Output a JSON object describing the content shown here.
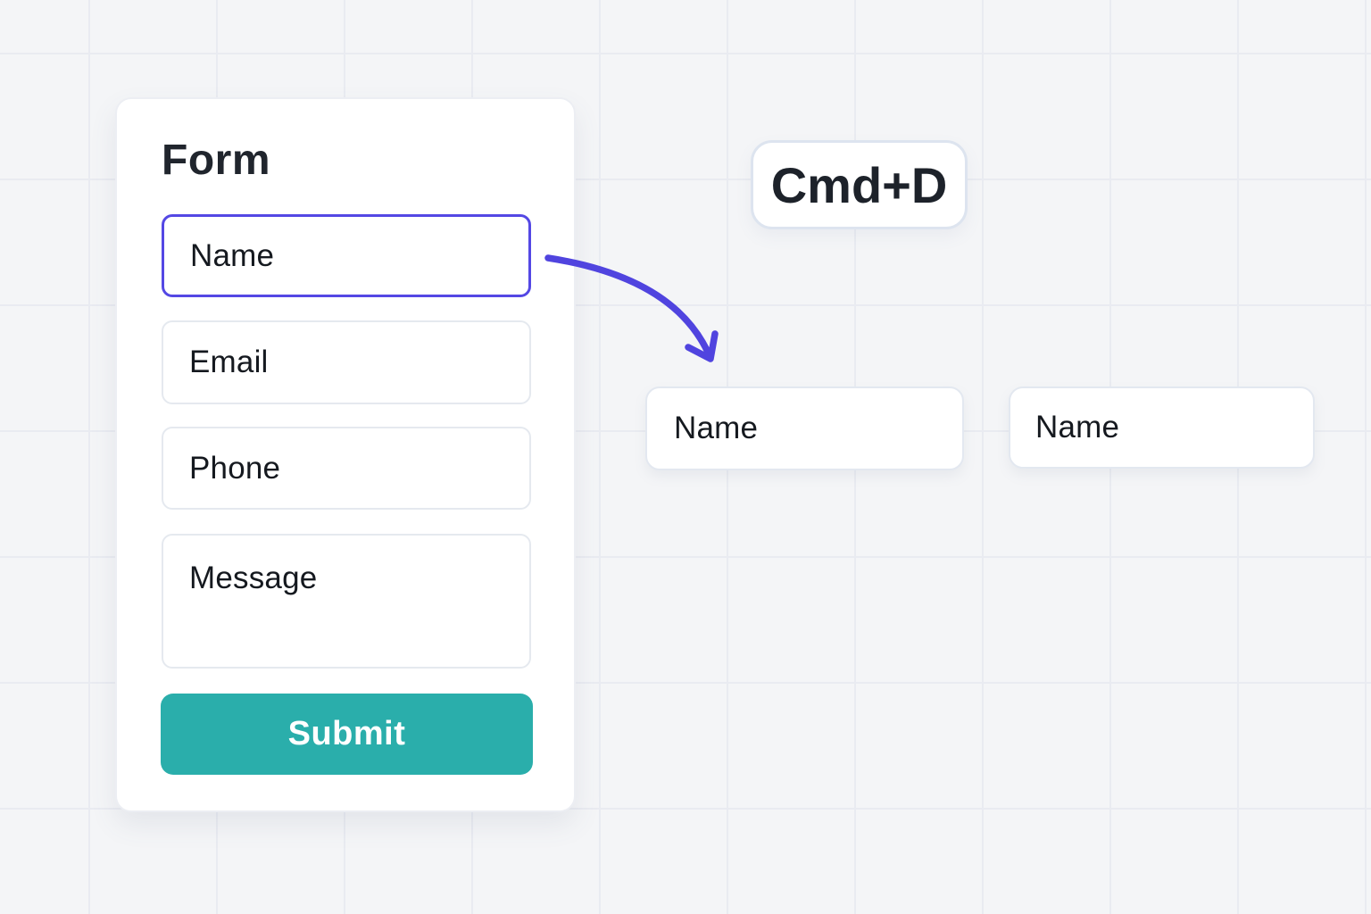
{
  "form_panel": {
    "title": "Form",
    "fields": [
      {
        "label": "Name",
        "state": "selected",
        "multiline": false
      },
      {
        "label": "Email",
        "state": "default",
        "multiline": false
      },
      {
        "label": "Phone",
        "state": "default",
        "multiline": false
      },
      {
        "label": "Message",
        "state": "default",
        "multiline": true
      }
    ],
    "submit_label": "Submit"
  },
  "shortcut_badge": {
    "label": "Cmd+D"
  },
  "duplicates": [
    {
      "label": "Name"
    },
    {
      "label": "Name"
    }
  ],
  "colors": {
    "canvas_background": "#f4f5f7",
    "grid_line": "#e9ebf1",
    "accent_indigo": "#5448e4",
    "arrow_indigo": "#5044df",
    "submit_teal": "#2aaeab",
    "field_border": "#e5e9ef",
    "badge_border": "#dde4ef",
    "text_dark": "#1d222a"
  }
}
